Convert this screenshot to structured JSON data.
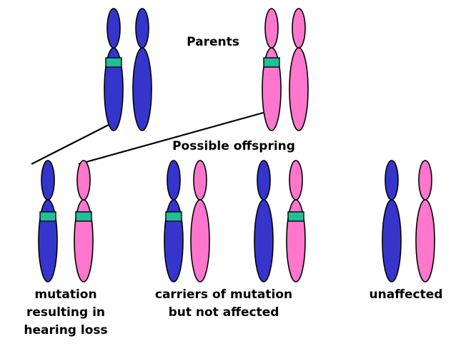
{
  "title_parents": "Parents",
  "title_offspring": "Possible offspring",
  "groups": [
    {
      "label_lines": [
        "mutation",
        "resulting in",
        "hearing loss"
      ]
    },
    {
      "label_lines": [
        "carriers of mutation",
        "but not affected"
      ]
    },
    {
      "label_lines": [
        "unaffected"
      ]
    }
  ],
  "colors": {
    "paternal": "#3535cc",
    "maternal": "#ff77cc",
    "mutation_marker": "#1fbf98",
    "outline": "#000000"
  },
  "chromosomes": [
    {
      "id": "father-left",
      "parent_of_origin": "paternal",
      "mutation": true
    },
    {
      "id": "father-right",
      "parent_of_origin": "paternal",
      "mutation": false
    },
    {
      "id": "mother-left",
      "parent_of_origin": "maternal",
      "mutation": true
    },
    {
      "id": "mother-right",
      "parent_of_origin": "maternal",
      "mutation": false
    },
    {
      "id": "off1-left",
      "parent_of_origin": "paternal",
      "mutation": true
    },
    {
      "id": "off1-right",
      "parent_of_origin": "maternal",
      "mutation": true
    },
    {
      "id": "off2-left",
      "parent_of_origin": "paternal",
      "mutation": true
    },
    {
      "id": "off2-right",
      "parent_of_origin": "maternal",
      "mutation": false
    },
    {
      "id": "off3-left",
      "parent_of_origin": "paternal",
      "mutation": false
    },
    {
      "id": "off3-right",
      "parent_of_origin": "maternal",
      "mutation": true
    },
    {
      "id": "off4-left",
      "parent_of_origin": "paternal",
      "mutation": false
    },
    {
      "id": "off4-right",
      "parent_of_origin": "maternal",
      "mutation": false
    }
  ],
  "inheritance_links": [
    {
      "from": "father-left",
      "to": "off1-left"
    },
    {
      "from": "mother-left",
      "to": "off1-right"
    }
  ]
}
